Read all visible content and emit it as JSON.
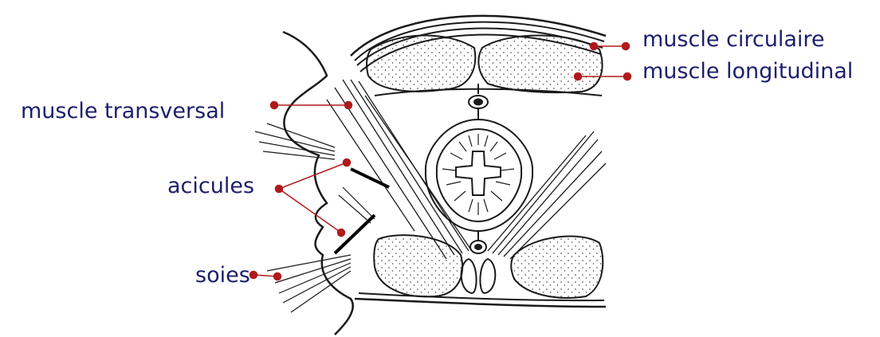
{
  "labels": {
    "circulaire": "muscle circulaire",
    "longitudinal": "muscle longitudinal",
    "transversal": "muscle transversal",
    "acicules": "acicules",
    "soies": "soies"
  },
  "colors": {
    "label_text": "#1c1f6b",
    "pointer": "#b01a1a",
    "drawing": "#1a1a1a"
  }
}
